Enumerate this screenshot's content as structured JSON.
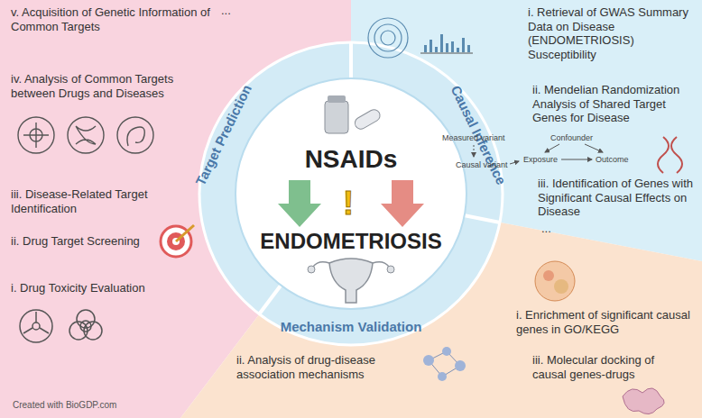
{
  "diagram": {
    "nodes": [
      {
        "text": [
          "Target Prediction",
          "v. Acquisition of Genetic Information of Common Targets",
          "iv. Analysis of Common Targets between Drugs and Diseases",
          "iii. Disease-Related Target Identification",
          "ii. Drug Target Screening",
          "i. Drug Toxicity Evaluation"
        ]
      },
      {
        "text": [
          "Causal Inference",
          "i. Retrieval of GWAS Summary Data on Disease (ENDOMETRIOSIS) Susceptibility",
          "ii. Mendelian Randomization Analysis of Shared Target Genes for Disease",
          "iii. Identification of Genes with Significant Causal Effects on Disease"
        ]
      },
      {
        "text": [
          "Mechanism Validation",
          "i. Enrichment of significant causal genes in GO/KEGG",
          "ii. Analysis of drug-disease association mechanisms",
          "iii. Molecular docking of causal genes-drugs"
        ]
      },
      {
        "text": [
          "NSAIDs",
          "ENDOMETRIOSIS"
        ]
      }
    ],
    "labels": [
      "...",
      "...",
      "!",
      "Measured variant",
      "Causal variant",
      "Confounder",
      "Exposure",
      "Outcome",
      "Created with BioGDP.com"
    ]
  }
}
